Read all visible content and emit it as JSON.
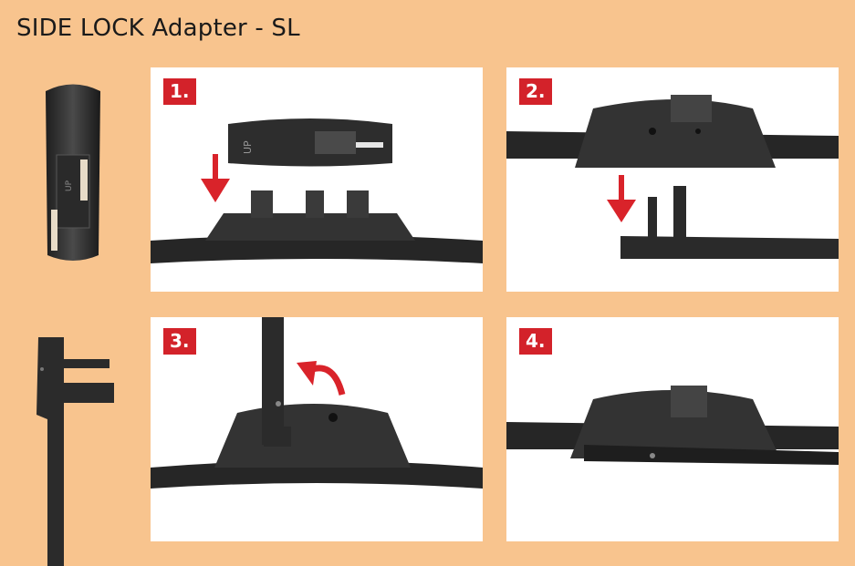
{
  "title": "SIDE LOCK Adapter - SL",
  "colors": {
    "background": "#f8c48e",
    "panel": "#ffffff",
    "badge": "#d3222a",
    "arrow": "#d9232a",
    "part": "#2b2b2b"
  },
  "steps": [
    {
      "badge": "1."
    },
    {
      "badge": "2."
    },
    {
      "badge": "3."
    },
    {
      "badge": "4."
    }
  ],
  "adapter_label": "UP"
}
